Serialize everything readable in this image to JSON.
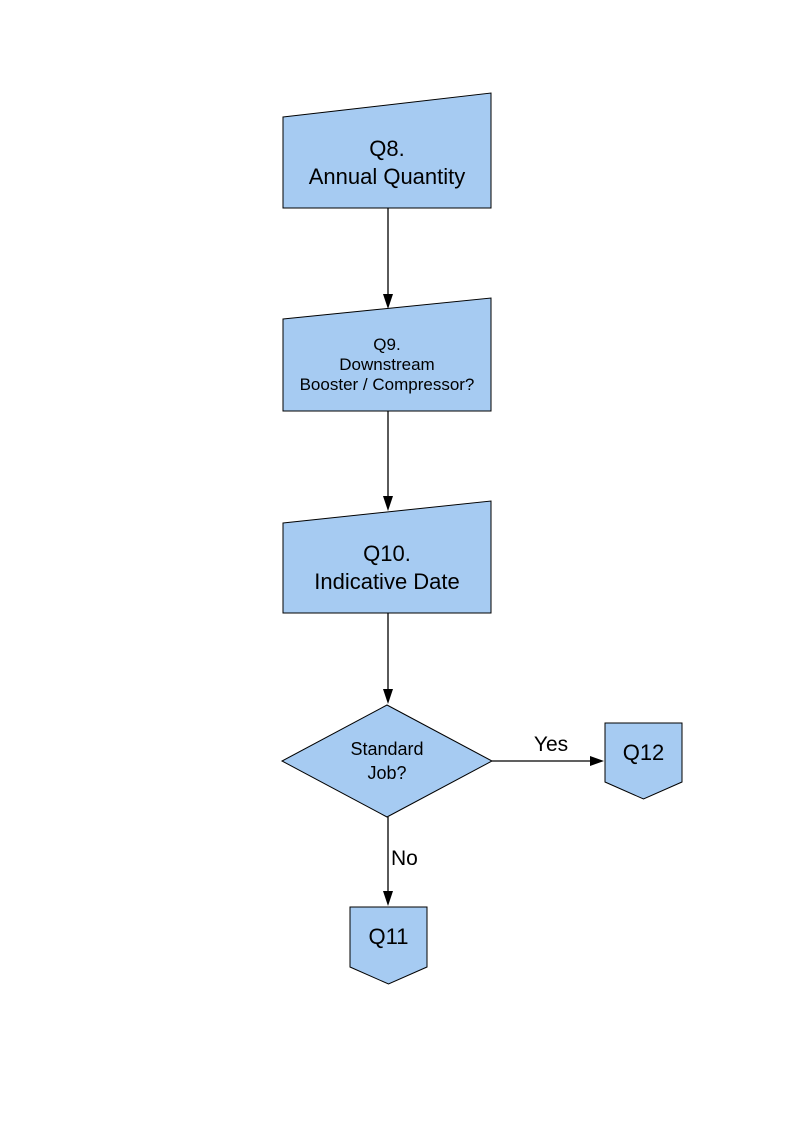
{
  "page": {
    "background_color": "#ffffff"
  },
  "diagram": {
    "node_fill": "#A6CBF2",
    "node_stroke": "#000000",
    "arrow_color": "#000000",
    "nodes": [
      {
        "id": "q8",
        "type": "manual-input",
        "label": "Q8.\nAnnual Quantity"
      },
      {
        "id": "q9",
        "type": "manual-input",
        "label": "Q9.\nDownstream\nBooster / Compressor?"
      },
      {
        "id": "q10",
        "type": "manual-input",
        "label": "Q10.\nIndicative Date"
      },
      {
        "id": "standard-job",
        "type": "decision",
        "label": "Standard\nJob?"
      },
      {
        "id": "q12",
        "type": "off-page-connector",
        "label": "Q12"
      },
      {
        "id": "q11",
        "type": "off-page-connector",
        "label": "Q11"
      }
    ],
    "edges": [
      {
        "from": "q8",
        "to": "q9",
        "label": ""
      },
      {
        "from": "q9",
        "to": "q10",
        "label": ""
      },
      {
        "from": "q10",
        "to": "standard-job",
        "label": ""
      },
      {
        "from": "standard-job",
        "to": "q12",
        "label": "Yes"
      },
      {
        "from": "standard-job",
        "to": "q11",
        "label": "No"
      }
    ]
  }
}
